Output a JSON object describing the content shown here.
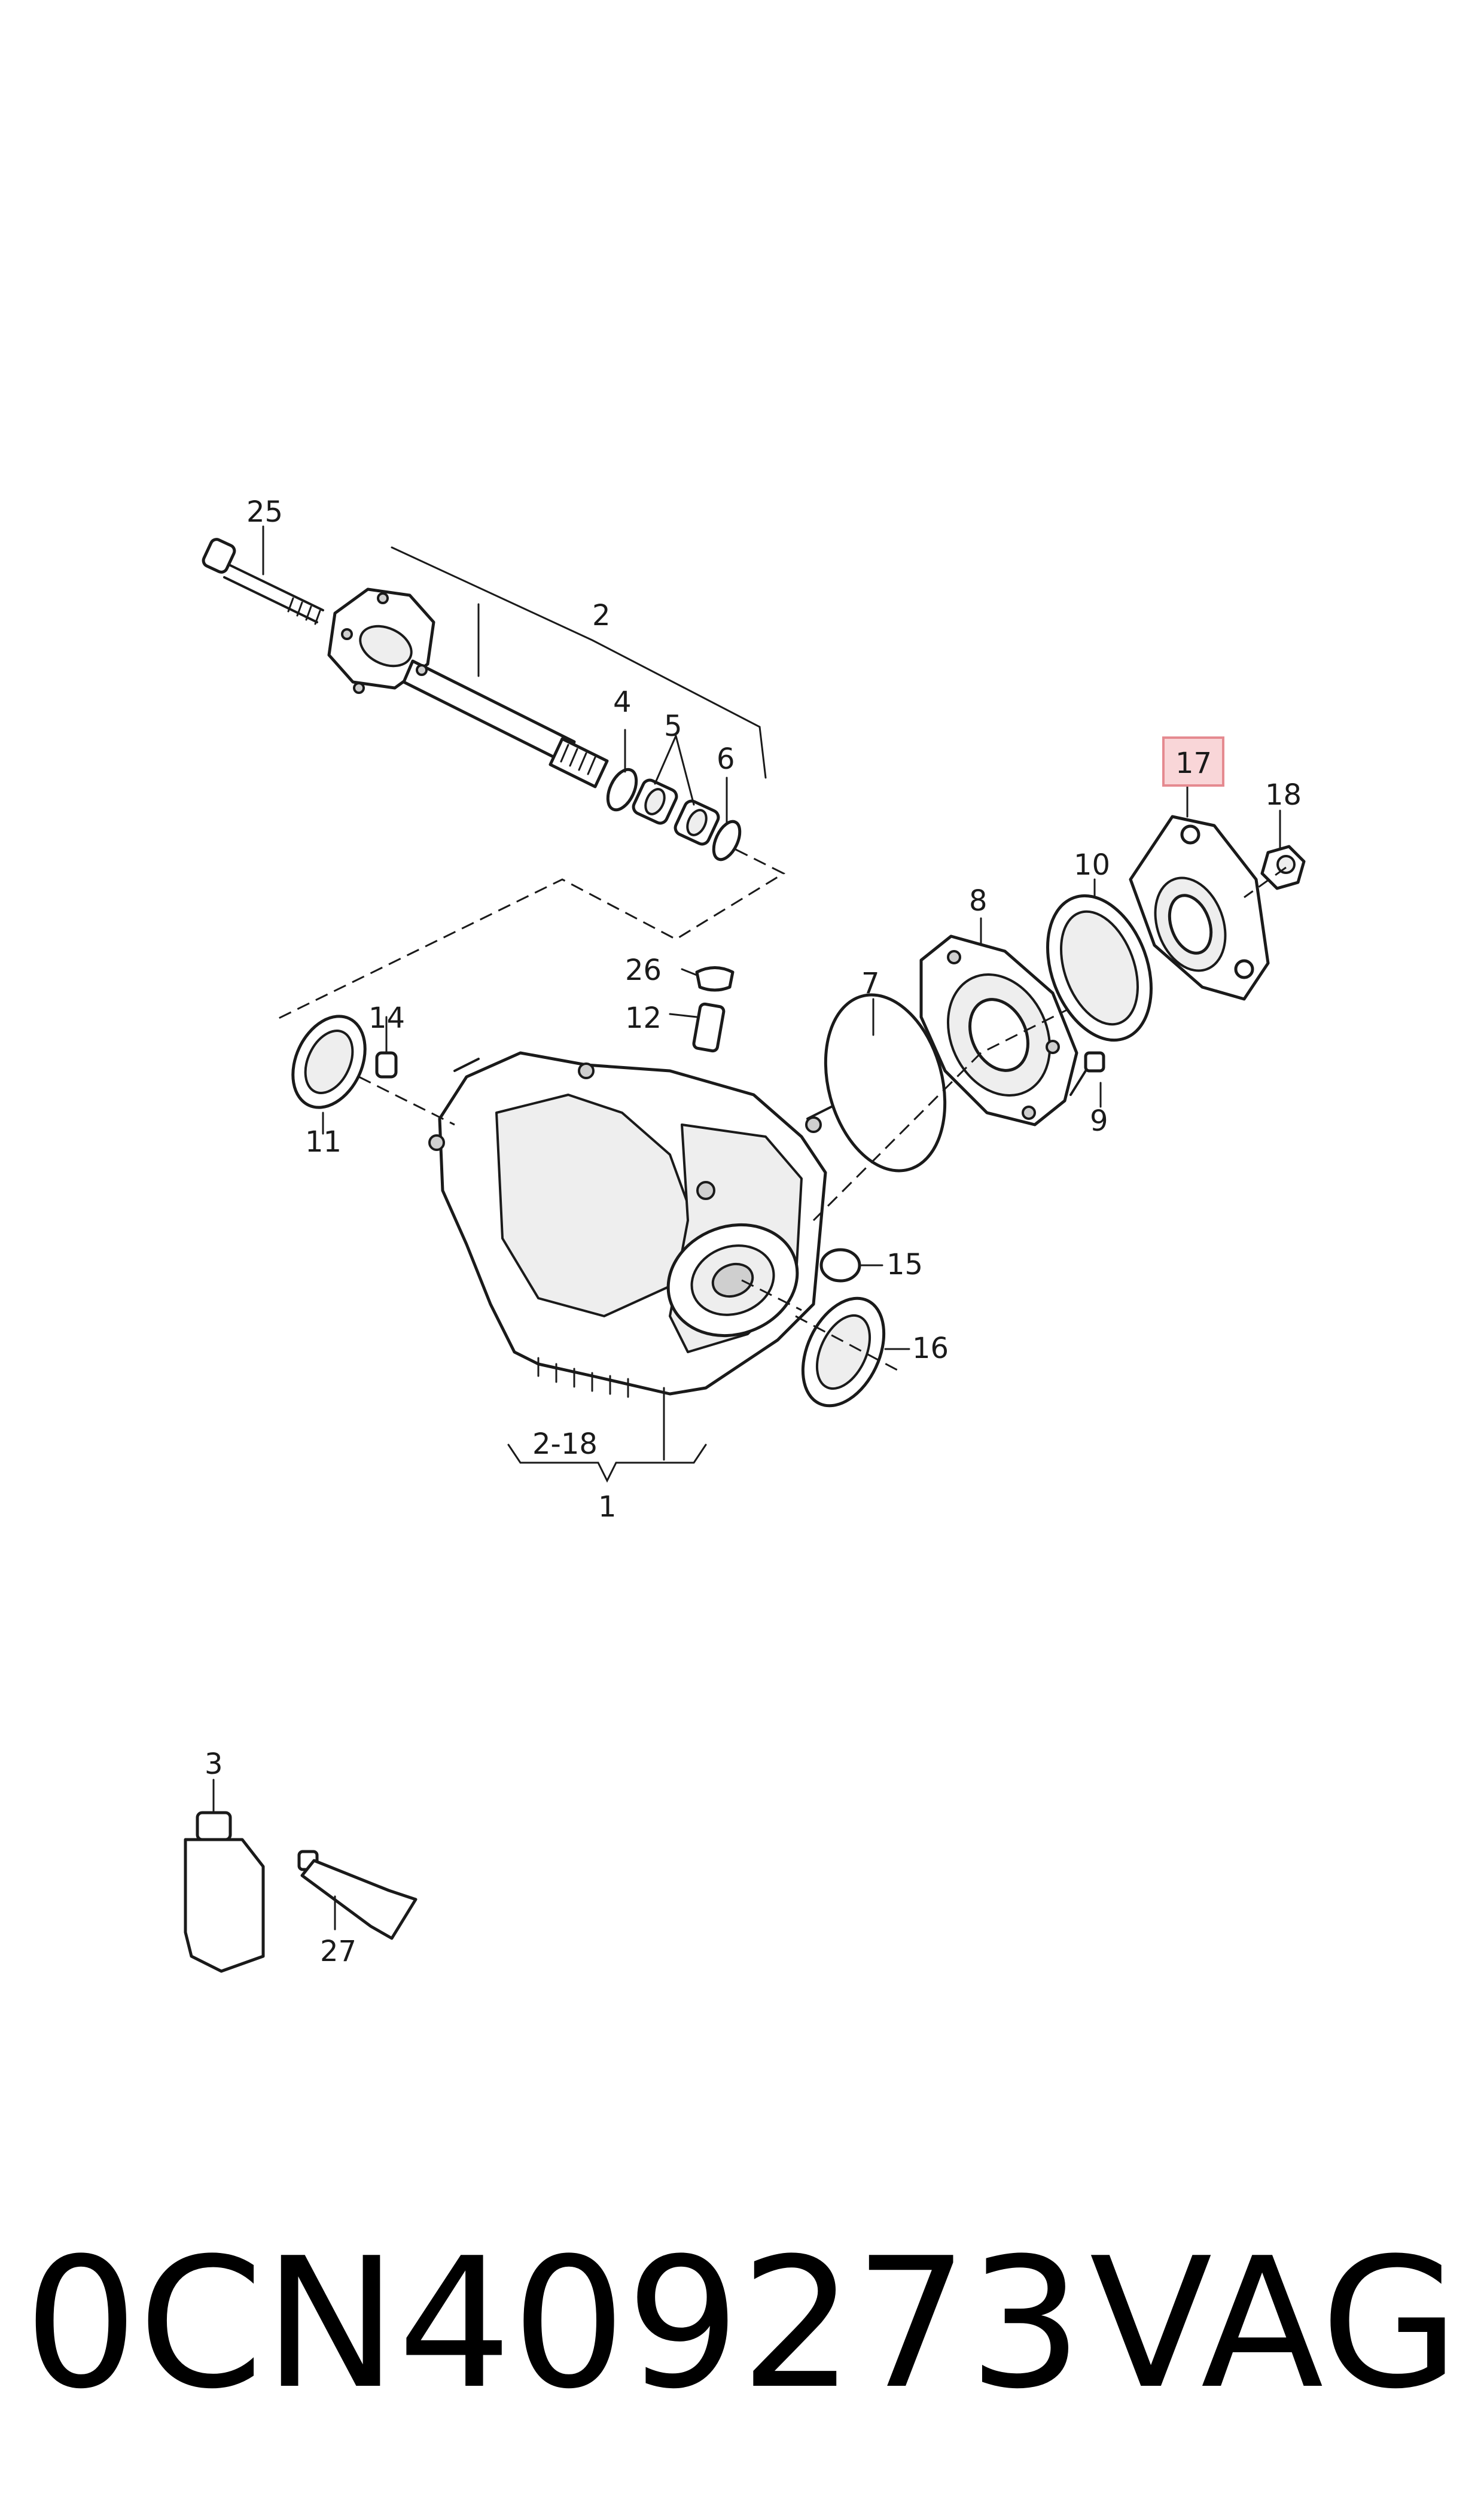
{
  "callouts": {
    "c1": "1",
    "c2": "2",
    "c2_18": "2-18",
    "c3": "3",
    "c4": "4",
    "c5": "5",
    "c6": "6",
    "c7": "7",
    "c8": "8",
    "c9": "9",
    "c10": "10",
    "c11": "11",
    "c12": "12",
    "c14": "14",
    "c15": "15",
    "c16": "16",
    "c17": "17",
    "c18": "18",
    "c25": "25",
    "c26": "26",
    "c27": "27"
  },
  "highlight": {
    "callout": "17",
    "color": "#f9d6d8",
    "border": "#e58a90"
  },
  "caption": {
    "part_number": "0CN409273",
    "brand": "VAG"
  }
}
